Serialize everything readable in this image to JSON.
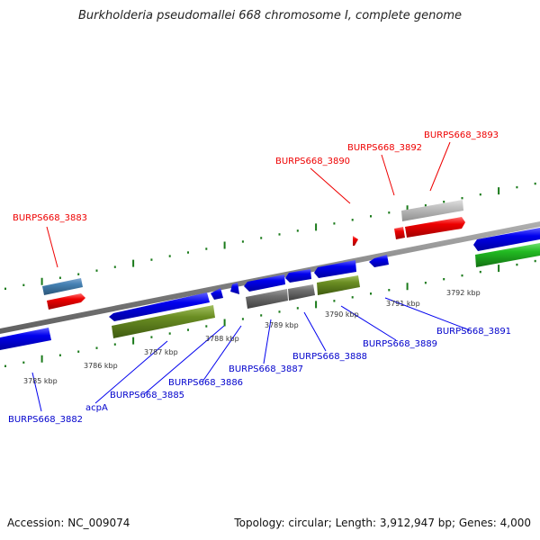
{
  "title": "Burkholderia pseudomallei 668 chromosome I, complete genome",
  "footer": {
    "accession": "Accession: NC_009074",
    "topology": "Topology: circular; Length: 3,912,947 bp; Genes: 4,000"
  },
  "colors": {
    "backbone": "#808080",
    "tick": "#1a7a1a",
    "forward_label": "#ee0000",
    "reverse_label": "#0000cc",
    "cds_blue": "#0000ee",
    "cds_red": "#ee0000",
    "rna_olive": "#6b8e23",
    "gray_feature": "#707070",
    "light_gray_feature": "#c0c0c0",
    "steel_blue_feature": "#4682b4",
    "green_feature": "#22bb22"
  },
  "tick_labels": [
    "3785 kbp",
    "3786 kbp",
    "3787 kbp",
    "3788 kbp",
    "3789 kbp",
    "3790 kbp",
    "3791 kbp",
    "3792 kbp"
  ],
  "forward_labels": [
    {
      "text": "BURPS668_3883"
    },
    {
      "text": "BURPS668_3890"
    },
    {
      "text": "BURPS668_3892"
    },
    {
      "text": "BURPS668_3893"
    }
  ],
  "reverse_labels": [
    {
      "text": "BURPS668_3882"
    },
    {
      "text": "acpA"
    },
    {
      "text": "BURPS668_3885"
    },
    {
      "text": "BURPS668_3886"
    },
    {
      "text": "BURPS668_3887"
    },
    {
      "text": "BURPS668_3888"
    },
    {
      "text": "BURPS668_3889"
    },
    {
      "text": "BURPS668_3891"
    }
  ]
}
